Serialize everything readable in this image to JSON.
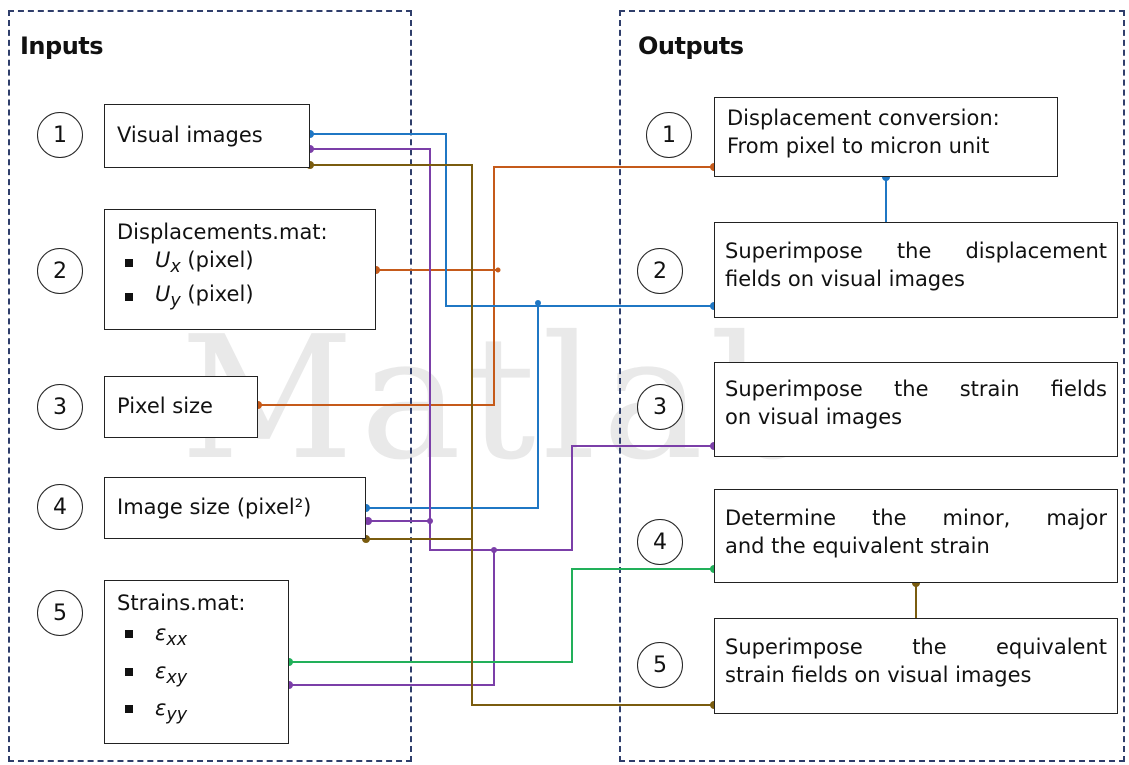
{
  "watermark": "Matlab",
  "colors": {
    "blue": "#1f77c4",
    "purple": "#7b3fa8",
    "olive": "#7a5c0f",
    "orange": "#c55a1a",
    "green": "#22b05a",
    "panel_border": "#2f3e6b"
  },
  "inputs": {
    "title": "Inputs",
    "items": [
      {
        "num": "1",
        "label": "Visual images"
      },
      {
        "num": "2",
        "label": "Displacements.mat:",
        "bullets": [
          {
            "var": "U",
            "sub": "x",
            "unit": "(pixel)"
          },
          {
            "var": "U",
            "sub": "y",
            "unit": "(pixel)"
          }
        ]
      },
      {
        "num": "3",
        "label": "Pixel size"
      },
      {
        "num": "4",
        "label": "Image size (pixel²)"
      },
      {
        "num": "5",
        "label": "Strains.mat:",
        "bullets": [
          {
            "var": "ε",
            "sub": "xx"
          },
          {
            "var": "ε",
            "sub": "xy"
          },
          {
            "var": "ε",
            "sub": "yy"
          }
        ]
      }
    ]
  },
  "outputs": {
    "title": "Outputs",
    "items": [
      {
        "num": "1",
        "line1": "Displacement conversion:",
        "line2": "From pixel to micron unit"
      },
      {
        "num": "2",
        "line1": "Superimpose the displacement",
        "line2": "fields on visual images"
      },
      {
        "num": "3",
        "line1": "Superimpose the strain fields",
        "line2": "on visual images"
      },
      {
        "num": "4",
        "line1": "Determine the minor, major",
        "line2": "and the equivalent strain"
      },
      {
        "num": "5",
        "line1": "Superimpose the equivalent",
        "line2": "strain fields on visual images"
      }
    ]
  }
}
